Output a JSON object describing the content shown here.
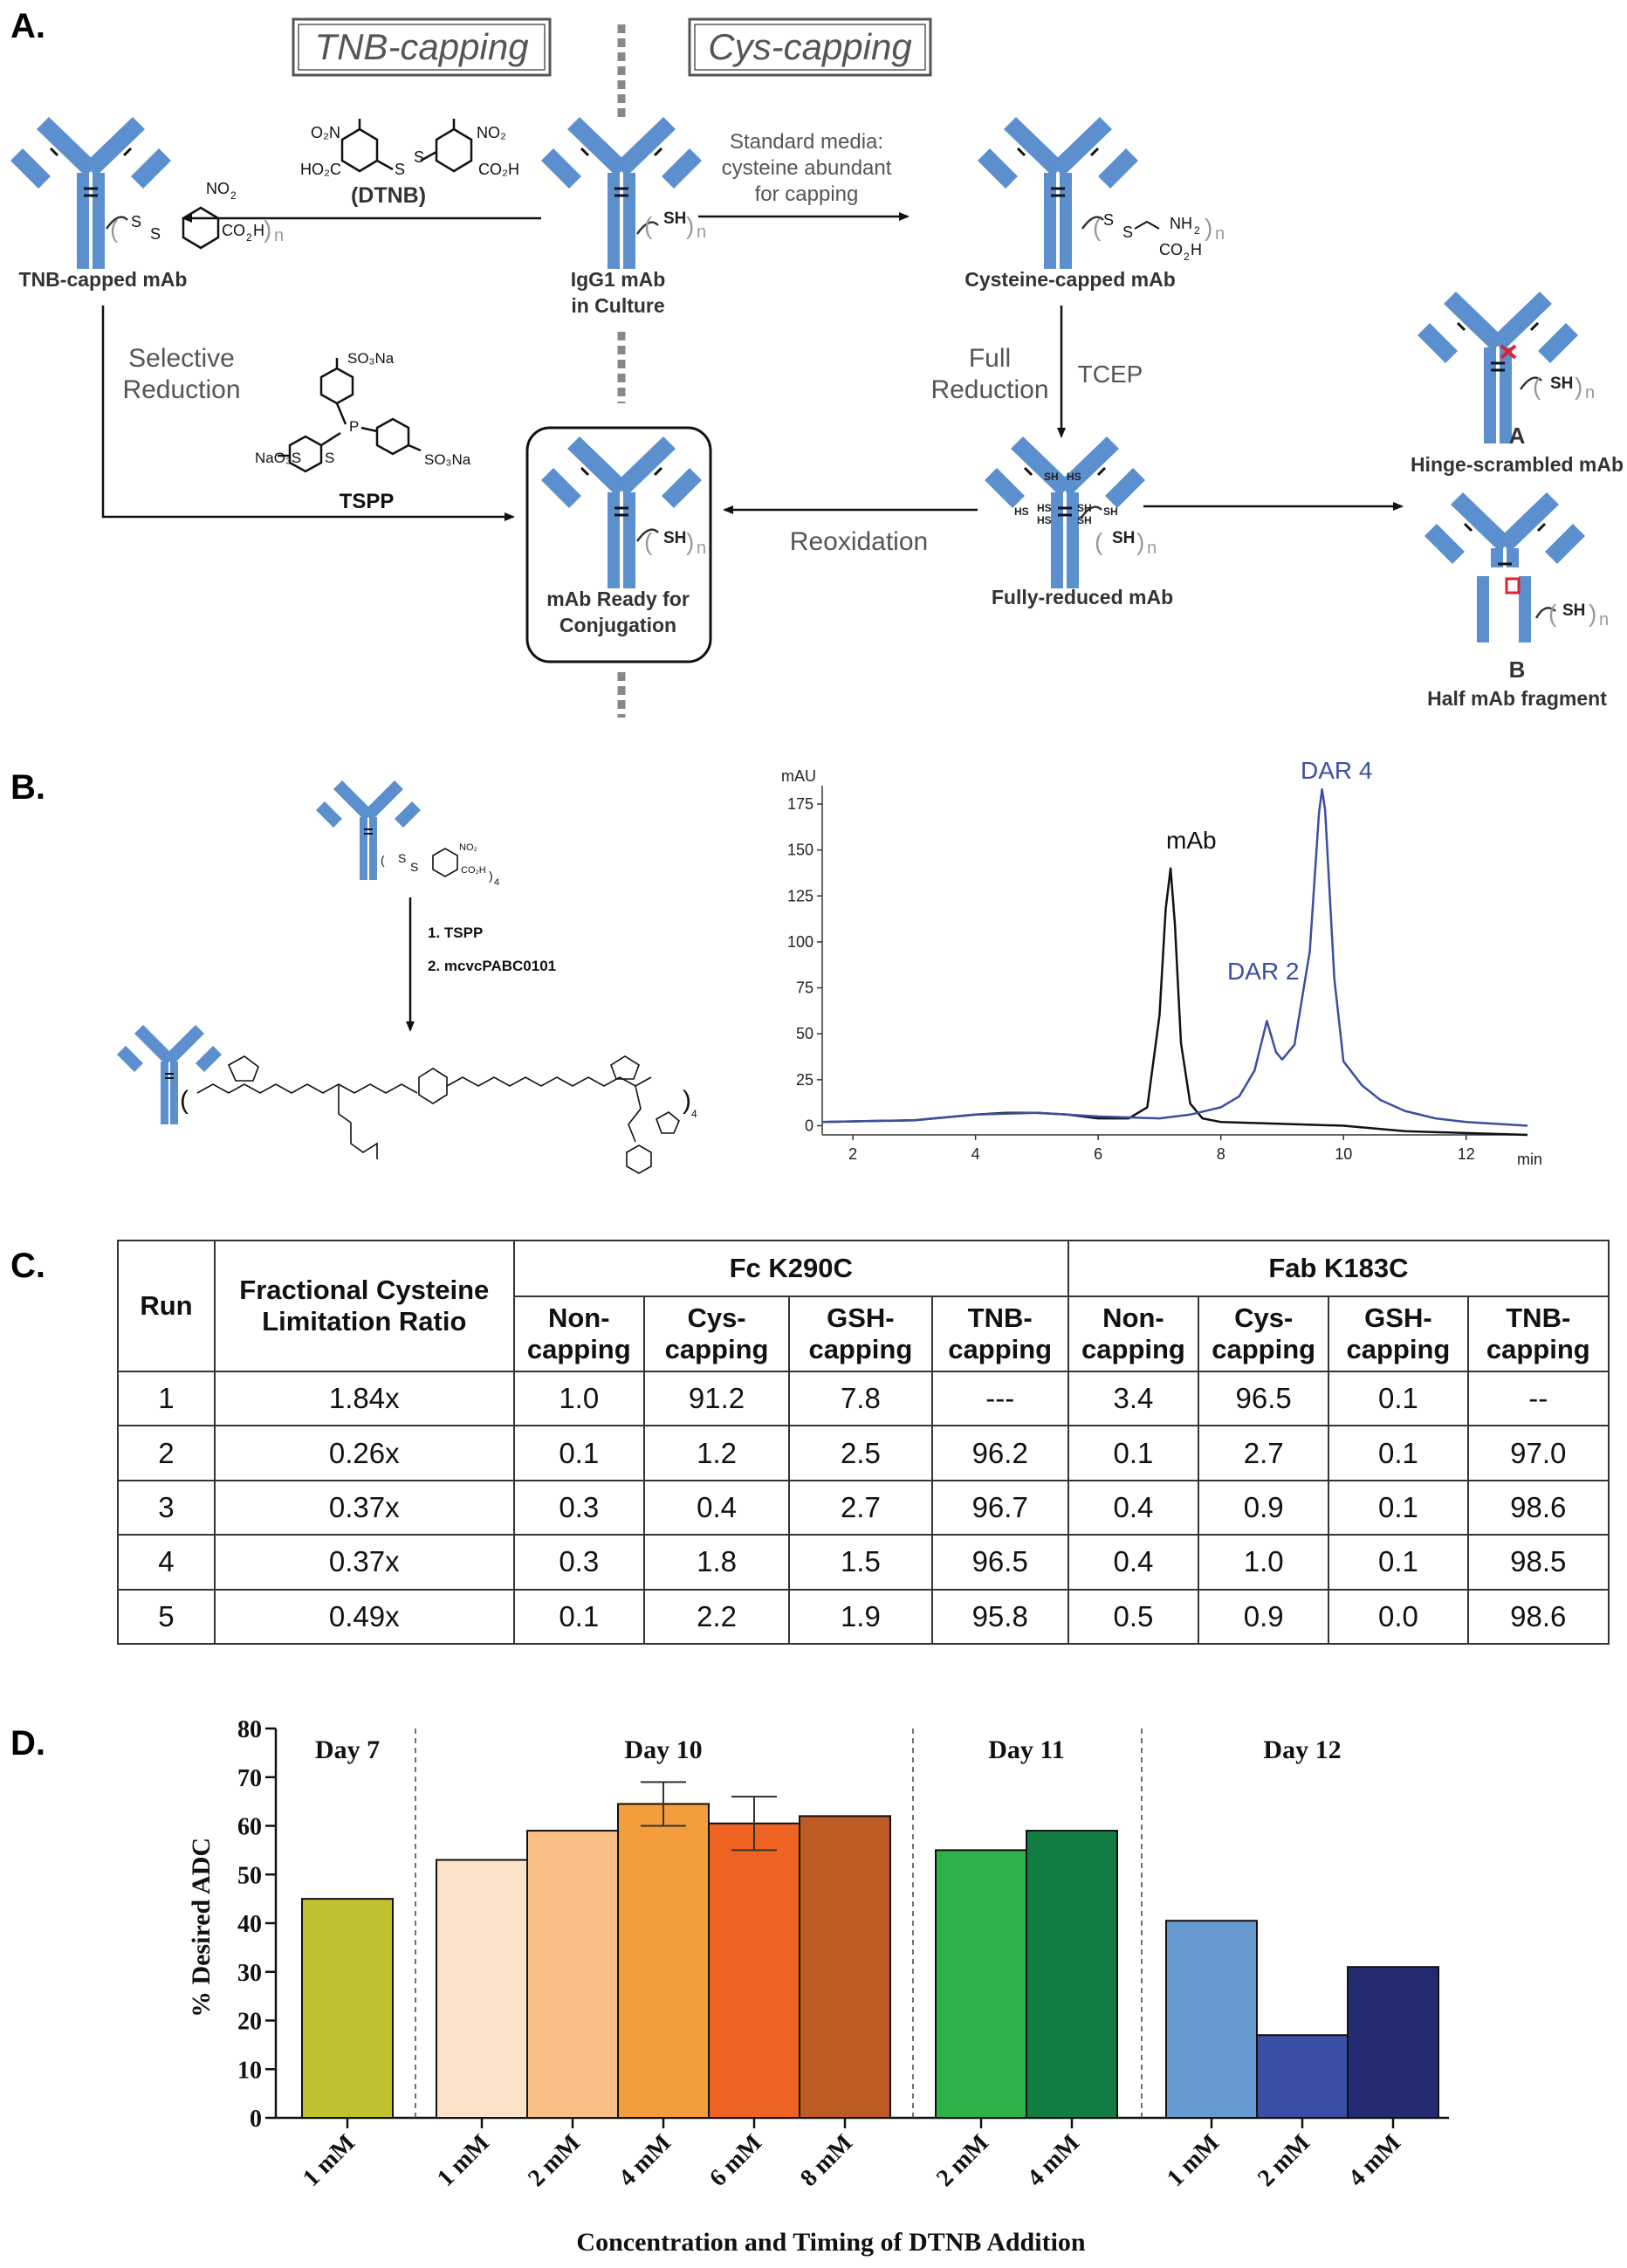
{
  "panels": {
    "a": "A.",
    "b": "B.",
    "c": "C.",
    "d": "D."
  },
  "panel_a": {
    "tnb_capping": "TNB-capping",
    "cys_capping": "Cys-capping",
    "dtnb": "(DTNB)",
    "standard_media": [
      "Standard media:",
      "cysteine abundant",
      "for capping"
    ],
    "tnb_capped": "TNB-capped mAb",
    "igg1": [
      "IgG1 mAb",
      "in Culture"
    ],
    "cys_capped": "Cysteine-capped mAb",
    "selective_reduction": [
      "Selective",
      "Reduction"
    ],
    "tspp": "TSPP",
    "full_reduction": [
      "Full",
      "Reduction"
    ],
    "tcep": "TCEP",
    "reoxidation": "Reoxidation",
    "ready": [
      "mAb  Ready for",
      "Conjugation"
    ],
    "fully_reduced": "Fully-reduced mAb",
    "hinge_letter": "A",
    "hinge": "Hinge-scrambled mAb",
    "half_letter": "B",
    "half": "Half mAb fragment",
    "sh": "SH",
    "n": "n",
    "so3na": "SO₃Na",
    "naso3s": "NaO₃S",
    "no2": "NO₂",
    "o2n": "O₂N",
    "co2h": "CO₂H",
    "hooc": "HO₂C",
    "nh2": "NH₂",
    "s": "S",
    "p": "P"
  },
  "panel_b": {
    "step1": "1. TSPP",
    "step2": "2. mcvcPABC0101",
    "sub4": "4",
    "y_unit": "mAU",
    "x_unit": "min",
    "labels": {
      "mab": "mAb",
      "dar2": "DAR 2",
      "dar4": "DAR 4"
    },
    "chart_data": {
      "type": "line",
      "x_ticks": [
        2,
        4,
        6,
        8,
        10,
        12
      ],
      "y_ticks": [
        0,
        25,
        50,
        75,
        100,
        125,
        150,
        175
      ],
      "xlim": [
        1.5,
        13.0
      ],
      "ylim": [
        -5,
        185
      ],
      "series": [
        {
          "name": "mAb",
          "color": "#111111",
          "x": [
            1.5,
            3.0,
            4.0,
            4.5,
            5.0,
            5.5,
            6.0,
            6.5,
            6.8,
            7.0,
            7.1,
            7.18,
            7.25,
            7.35,
            7.5,
            7.7,
            8.0,
            9.0,
            10.0,
            11.0,
            12.0,
            13.0
          ],
          "y": [
            2,
            3,
            6,
            7,
            7,
            6,
            4,
            4,
            10,
            60,
            118,
            140,
            110,
            45,
            12,
            4,
            2,
            1,
            0,
            -3,
            -4,
            -5
          ]
        },
        {
          "name": "DAR",
          "color": "#3a4fa0",
          "x": [
            1.5,
            3.0,
            4.0,
            5.0,
            6.0,
            7.0,
            7.5,
            8.0,
            8.3,
            8.55,
            8.75,
            8.9,
            9.0,
            9.2,
            9.45,
            9.6,
            9.65,
            9.7,
            9.85,
            10.0,
            10.3,
            10.6,
            11.0,
            11.5,
            12.0,
            13.0
          ],
          "y": [
            2,
            3,
            6,
            7,
            5,
            4,
            6,
            10,
            16,
            30,
            57,
            40,
            36,
            44,
            95,
            170,
            183,
            172,
            80,
            35,
            22,
            14,
            8,
            4,
            2,
            0
          ]
        }
      ]
    }
  },
  "panel_c": {
    "headers": {
      "run": "Run",
      "ratio": "Fractional Cysteine Limitation Ratio",
      "group1": "Fc K290C",
      "group2": "Fab K183C",
      "cols": [
        "Non-\ncapping",
        "Cys-\ncapping",
        "GSH-\ncapping",
        "TNB-\ncapping"
      ]
    },
    "rows": [
      [
        "1",
        "1.84x",
        "1.0",
        "91.2",
        "7.8",
        "---",
        "3.4",
        "96.5",
        "0.1",
        "--"
      ],
      [
        "2",
        "0.26x",
        "0.1",
        "1.2",
        "2.5",
        "96.2",
        "0.1",
        "2.7",
        "0.1",
        "97.0"
      ],
      [
        "3",
        "0.37x",
        "0.3",
        "0.4",
        "2.7",
        "96.7",
        "0.4",
        "0.9",
        "0.1",
        "98.6"
      ],
      [
        "4",
        "0.37x",
        "0.3",
        "1.8",
        "1.5",
        "96.5",
        "0.4",
        "1.0",
        "0.1",
        "98.5"
      ],
      [
        "5",
        "0.49x",
        "0.1",
        "2.2",
        "1.9",
        "95.8",
        "0.5",
        "0.9",
        "0.0",
        "98.6"
      ]
    ]
  },
  "panel_d": {
    "chart_data": {
      "type": "bar",
      "ylabel": "% Desired ADC",
      "xlabel": "Concentration  and Timing  of DTNB Addition",
      "ylim": [
        0,
        80
      ],
      "y_ticks": [
        0,
        10,
        20,
        30,
        40,
        50,
        60,
        70,
        80
      ],
      "groups": [
        {
          "label": "Day 7",
          "bars": [
            {
              "category": "1 mM",
              "value": 45,
              "color": "#bfc12e"
            }
          ]
        },
        {
          "label": "Day 10",
          "bars": [
            {
              "category": "1 mM",
              "value": 53,
              "color": "#fde3c7"
            },
            {
              "category": "2 mM",
              "value": 59,
              "color": "#f9bf85"
            },
            {
              "category": "4 mM",
              "value": 64.5,
              "color": "#f39d3c",
              "err": 4.5
            },
            {
              "category": "6 mM",
              "value": 60.5,
              "color": "#ee6222",
              "err": 5.5
            },
            {
              "category": "8 mM",
              "value": 62,
              "color": "#bd5b25"
            }
          ]
        },
        {
          "label": "Day 11",
          "bars": [
            {
              "category": "2 mM",
              "value": 55,
              "color": "#2db24a"
            },
            {
              "category": "4 mM",
              "value": 59,
              "color": "#127d43"
            }
          ]
        },
        {
          "label": "Day 12",
          "bars": [
            {
              "category": "1 mM",
              "value": 40.5,
              "color": "#6599d0"
            },
            {
              "category": "2 mM",
              "value": 17,
              "color": "#3a4ea3"
            },
            {
              "category": "4 mM",
              "value": 31,
              "color": "#242a70"
            }
          ]
        }
      ]
    }
  }
}
